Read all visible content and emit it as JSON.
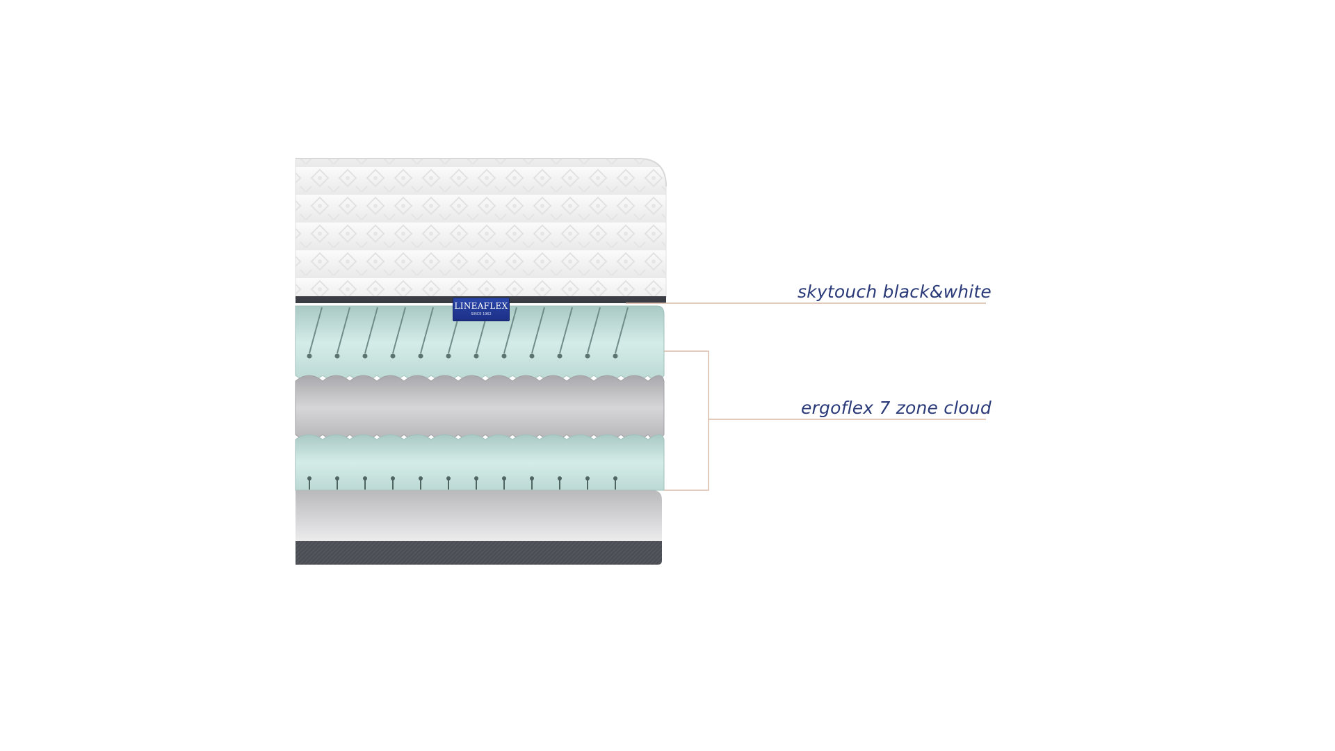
{
  "callouts": {
    "top_layer": "skytouch black&white",
    "core_layer": "ergoflex 7 zone cloud"
  },
  "brand": {
    "name": "LINEAFLEX",
    "tagline": "SINCE 1962"
  },
  "colors": {
    "label_text": "#2a3a78",
    "leader_line": "#d8b9a6",
    "cover_white": "#f4f4f4",
    "foam_mint": "#cfe8e4",
    "foam_grey": "#c4c4c6",
    "base_grey": "#4a4c52",
    "brand_blue": "#2340a0"
  }
}
